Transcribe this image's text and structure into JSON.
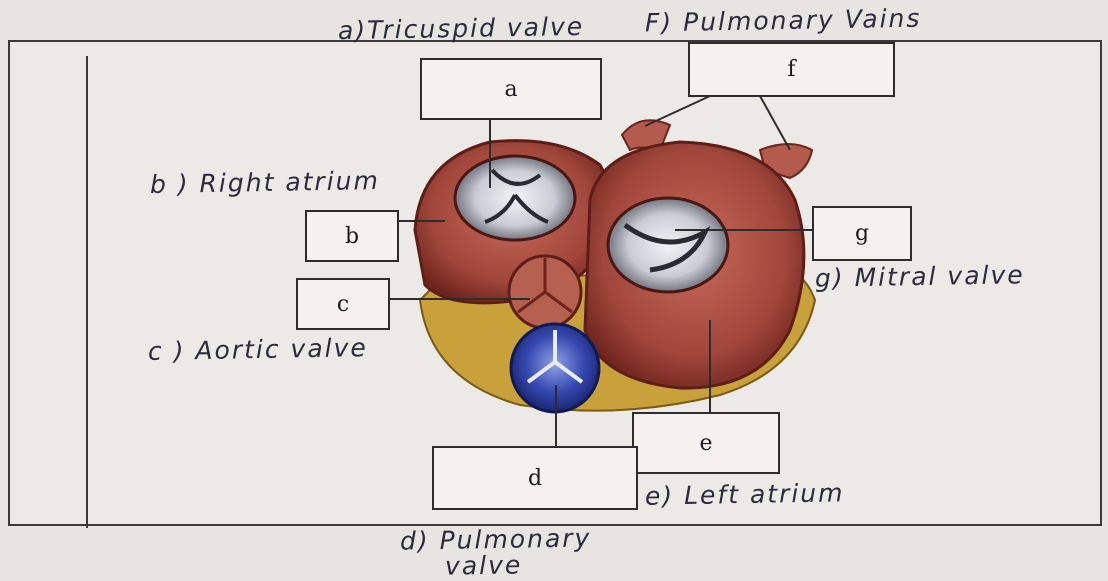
{
  "boxes": {
    "a": "a",
    "b": "b",
    "c": "c",
    "d": "d",
    "e": "e",
    "f": "f",
    "g": "g"
  },
  "handwritten": {
    "a": "a)Tricuspid valve",
    "f": "F) Pulmonary Vains",
    "b": "b ) Right atrium",
    "g": "g) Mitral valve",
    "c": "c ) Aortic valve",
    "e": "e) Left atrium",
    "d_line1": "d) Pulmonary",
    "d_line2": "valve"
  },
  "colors": {
    "heart_muscle": "#a0463a",
    "heart_dark": "#6d241d",
    "fat": "#c9a13a",
    "valve_white": "#dfe2e8",
    "pulmonary_blue": "#2e3f9e"
  }
}
